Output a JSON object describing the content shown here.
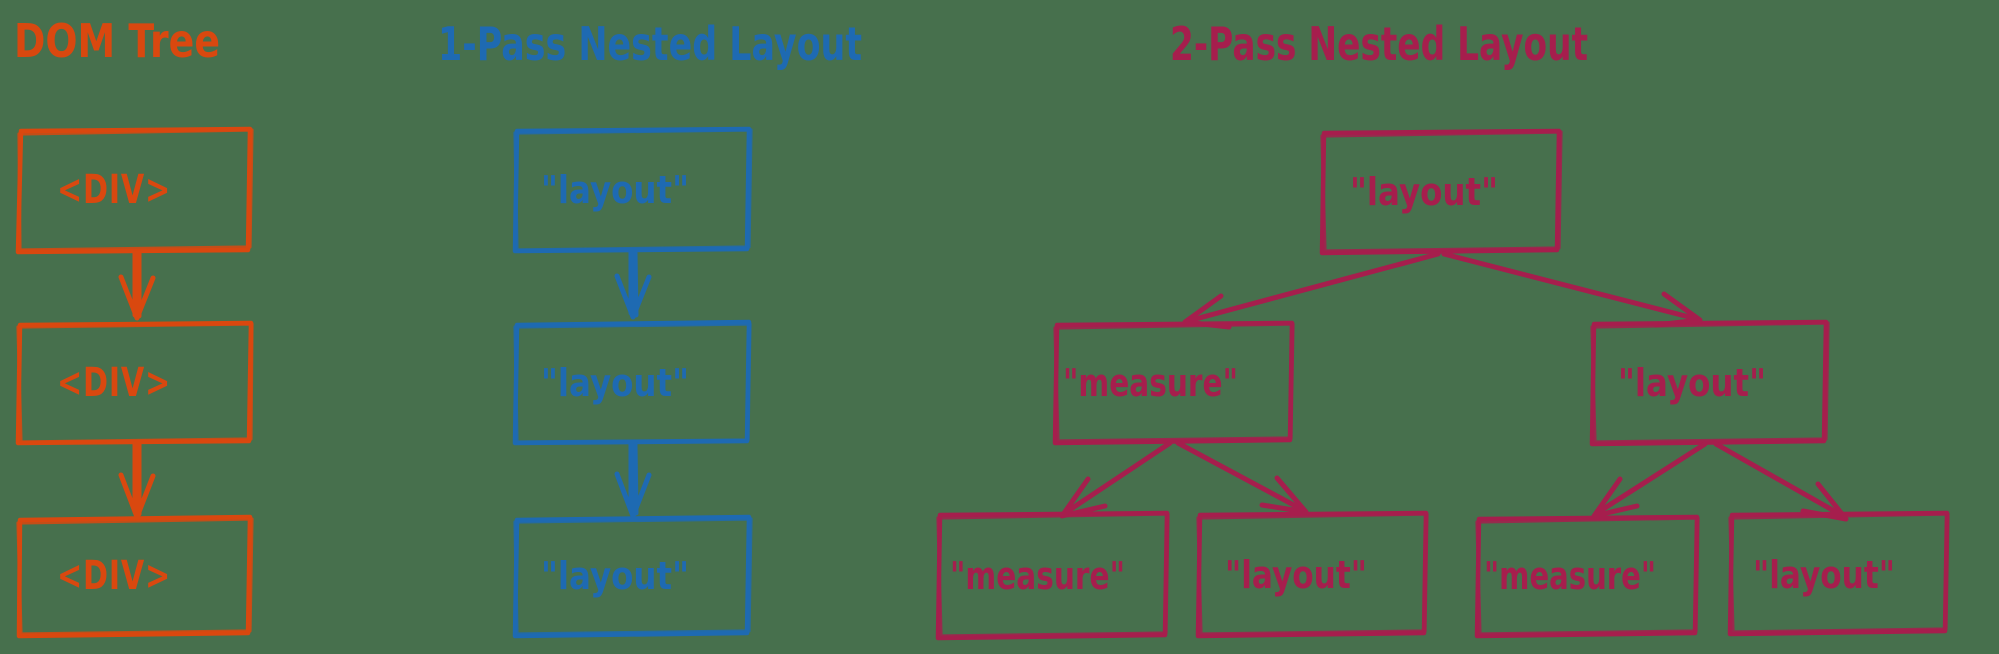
{
  "colors": {
    "background": "#47704D",
    "dom": "#D9480F",
    "pass1": "#1E6AB2",
    "pass2": "#A61E4D"
  },
  "sections": {
    "dom_tree": {
      "title": "DOM Tree",
      "nodes": [
        {
          "label": "<DIV>"
        },
        {
          "label": "<DIV>"
        },
        {
          "label": "<DIV>"
        }
      ]
    },
    "one_pass": {
      "title": "1-Pass Nested Layout",
      "nodes": [
        {
          "label": "\"layout\""
        },
        {
          "label": "\"layout\""
        },
        {
          "label": "\"layout\""
        }
      ]
    },
    "two_pass": {
      "title": "2-Pass Nested Layout",
      "root": {
        "label": "\"layout\""
      },
      "children": [
        {
          "label": "\"measure\""
        },
        {
          "label": "\"layout\""
        }
      ],
      "leaves": [
        {
          "label": "\"measure\""
        },
        {
          "label": "\"layout\""
        },
        {
          "label": "\"measure\""
        },
        {
          "label": "\"layout\""
        }
      ]
    }
  }
}
